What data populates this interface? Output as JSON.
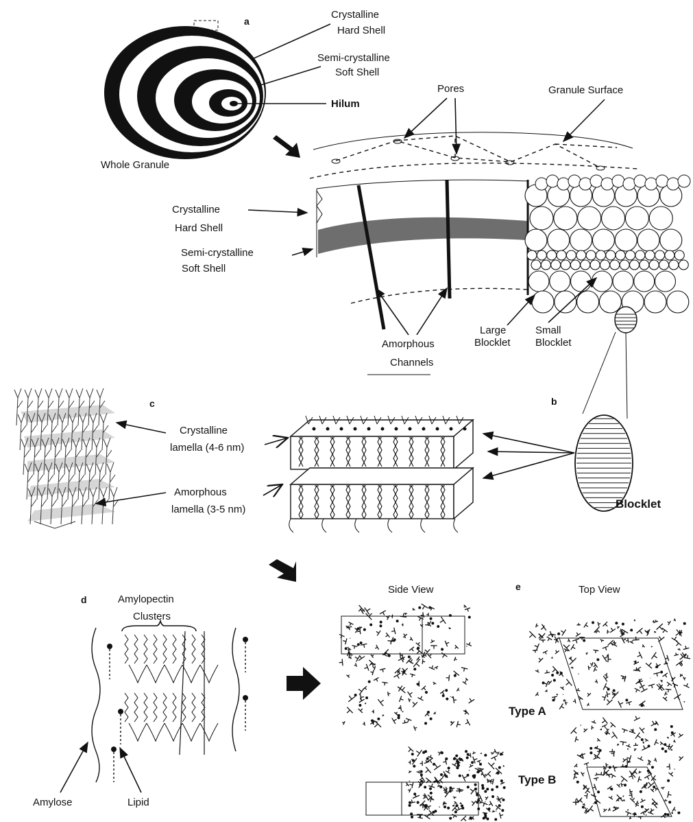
{
  "panel_letters": {
    "a": "a",
    "b": "b",
    "c": "c",
    "d": "d",
    "e": "e"
  },
  "panel_a": {
    "crystalline": "Crystalline",
    "hard_shell": "Hard  Shell",
    "semi_crystalline": "Semi-crystalline",
    "soft_shell": "Soft   Shell",
    "hilum": "Hilum",
    "whole_granule": "Whole  Granule",
    "pores": "Pores",
    "granule_surface": "Granule  Surface",
    "crystalline_left": "Crystalline",
    "hard_shell_left": "Hard  Shell",
    "semi_crystalline_left": "Semi-crystalline",
    "soft_shell_left": "Soft    Shell",
    "amorphous": "Amorphous",
    "channels": "Channels",
    "large": "Large",
    "blocklet_large": "Blocklet",
    "small": "Small",
    "blocklet_small": "Blocklet"
  },
  "panel_b": {
    "blocklet": "Blocklet"
  },
  "panel_c": {
    "crystalline_line1": "Crystalline",
    "crystalline_line2": "lamella (4-6 nm)",
    "amorphous_line1": "Amorphous",
    "amorphous_line2": "lamella (3-5 nm)"
  },
  "panel_d": {
    "amylopectin": "Amylopectin",
    "clusters": "Clusters",
    "amylose": "Amylose",
    "lipid": "Lipid"
  },
  "panel_e": {
    "side_view": "Side   View",
    "top_view": "Top  View",
    "type_a": "Type A",
    "type_b": "Type B"
  }
}
